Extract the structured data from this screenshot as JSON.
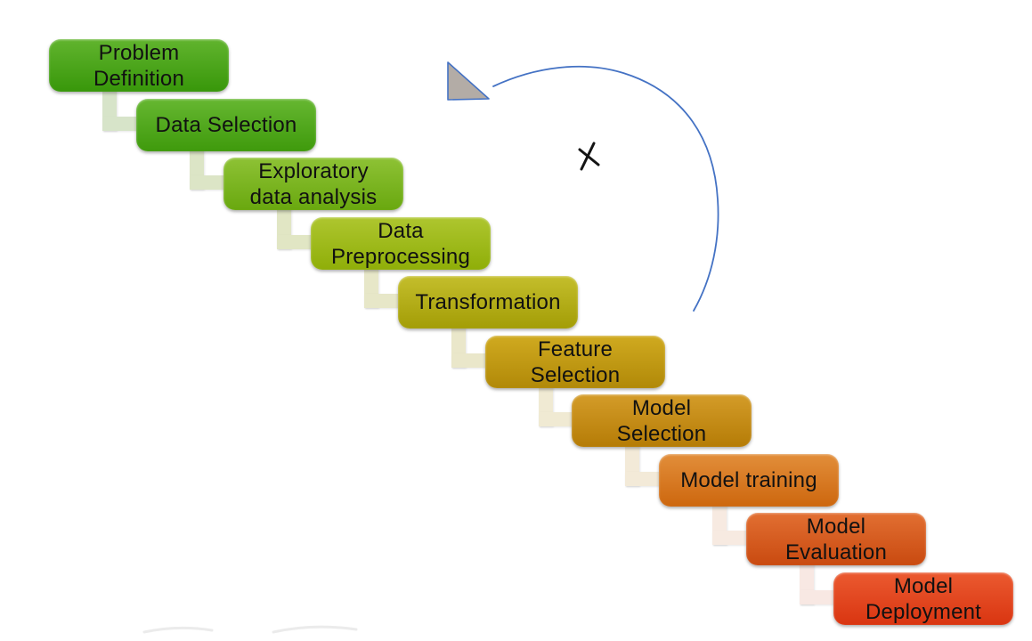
{
  "diagram": {
    "name": "machine-learning-process-step-diagram",
    "text_color": "#111111",
    "steps": [
      {
        "label": "Problem\nDefinition",
        "top_color": "#61b42e",
        "bottom_color": "#38970a",
        "connector_color": null
      },
      {
        "label": "Data Selection",
        "top_color": "#66b731",
        "bottom_color": "#3f9a0c",
        "connector_color": "#d7e4c9"
      },
      {
        "label": "Exploratory\ndata analysis",
        "top_color": "#8ec235",
        "bottom_color": "#69a80f",
        "connector_color": "#dce5c6"
      },
      {
        "label": "Data\nPreprocessing",
        "top_color": "#aec62f",
        "bottom_color": "#8fae08",
        "connector_color": "#e1e6c4"
      },
      {
        "label": "Transformation",
        "top_color": "#c4be2c",
        "bottom_color": "#a39d06",
        "connector_color": "#e7e7c8"
      },
      {
        "label": "Feature\nSelection",
        "top_color": "#d0aa20",
        "bottom_color": "#b18908",
        "connector_color": "#eae7ca"
      },
      {
        "label": "Model\nSelection",
        "top_color": "#d49c29",
        "bottom_color": "#b57c06",
        "connector_color": "#f0ead3"
      },
      {
        "label": "Model training",
        "top_color": "#e28e3a",
        "bottom_color": "#cd670e",
        "connector_color": "#f3ead8"
      },
      {
        "label": "Model\nEvaluation",
        "top_color": "#e26f32",
        "bottom_color": "#c94a10",
        "connector_color": "#f7eae1"
      },
      {
        "label": "Model\nDeployment",
        "top_color": "#eb5a30",
        "bottom_color": "#d93511",
        "connector_color": "#f8e8e3"
      }
    ]
  },
  "arrow": {
    "arc_color": "#4472c4",
    "head_fill": "#b3aca6"
  },
  "cross_mark": {
    "color": "#141414"
  },
  "smudge_color": "#e3e3e3"
}
